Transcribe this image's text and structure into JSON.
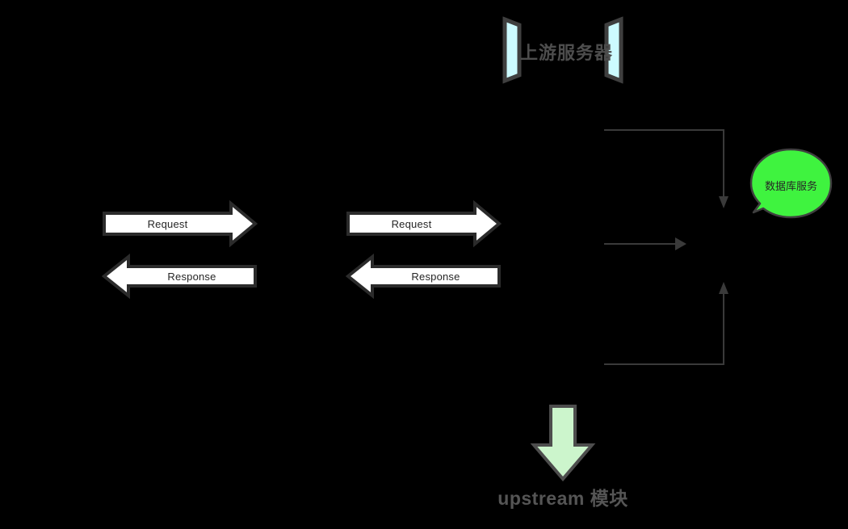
{
  "diagram": {
    "title": "上游服务器",
    "background_color": "#000000",
    "nodes": {
      "upstream_server": {
        "label": "上游服务器",
        "icon": "server-bracket-icon",
        "fill_color": "#CCFBFF",
        "stroke_color": "#3F3F3F",
        "text_color": "#4D4D4D"
      },
      "database_service": {
        "label": "数据库服务",
        "icon": "speech-bubble-icon",
        "fill_color": "#3FF33F",
        "stroke_color": "#3F3F3F",
        "text_color": "#262626"
      },
      "upstream_module": {
        "label": "upstream 模块",
        "icon": "down-arrow-icon",
        "fill_color": "#CCF5CC",
        "stroke_color": "#4D4D4D",
        "text_color": "#555555"
      }
    },
    "flows": [
      {
        "id": "client-to-proxy",
        "request_label": "Request",
        "response_label": "Response",
        "fill_color": "#FFFFFF",
        "stroke_color": "#2B2B2B"
      },
      {
        "id": "proxy-to-upstream",
        "request_label": "Request",
        "response_label": "Response",
        "fill_color": "#FFFFFF",
        "stroke_color": "#2B2B2B"
      }
    ],
    "connectors": [
      {
        "id": "connector-top-down",
        "direction": "down",
        "color": "#3A3A3A"
      },
      {
        "id": "connector-middle-right",
        "direction": "right",
        "color": "#3A3A3A"
      },
      {
        "id": "connector-bottom-up",
        "direction": "up",
        "color": "#3A3A3A"
      }
    ]
  }
}
